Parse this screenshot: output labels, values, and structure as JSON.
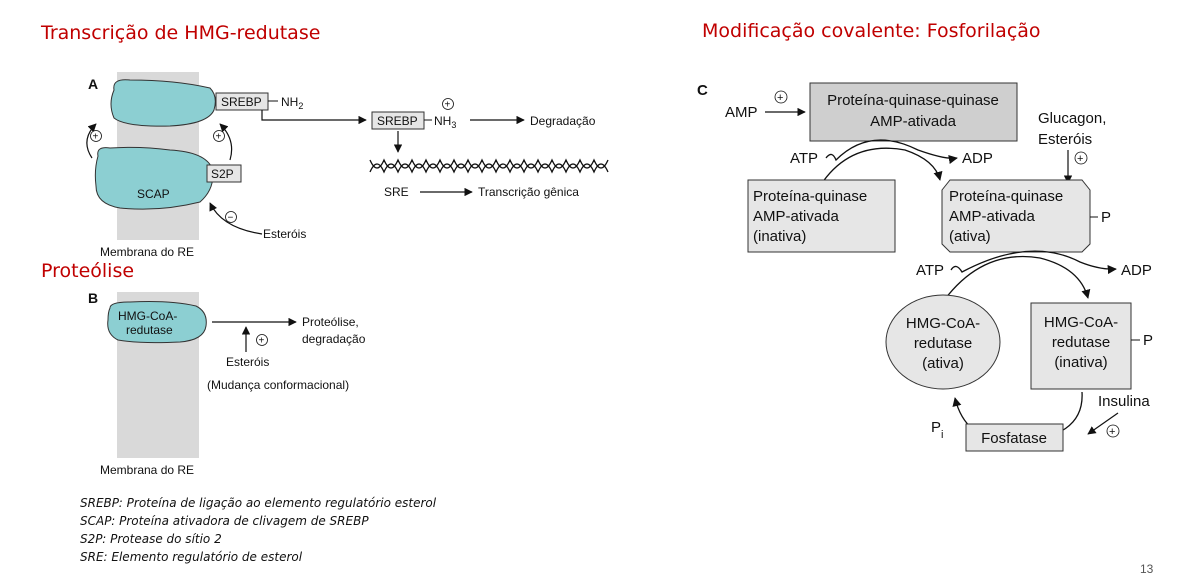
{
  "titles": {
    "transcription": "Transcrição de HMG-redutase",
    "proteolysis": "Proteólise",
    "covalent": "Modificação covalente: Fosforilação"
  },
  "panel_a": {
    "letter": "A",
    "srebp": "SREBP",
    "nh2": "NH",
    "nh2_sub": "2",
    "scap": "SCAP",
    "s2p": "S2P",
    "sterols": "Esteróis",
    "membrane": "Membrana do RE",
    "srebp_released": "SREBP",
    "nh3": "NH",
    "nh3_sub": "3",
    "degradation": "Degradação",
    "sre": "SRE",
    "transcription": "Transcrição gênica",
    "plus": "+",
    "minus": "−"
  },
  "panel_b": {
    "letter": "B",
    "enzyme_line1": "HMG-CoA-",
    "enzyme_line2": "redutase",
    "result_line1": "Proteólise,",
    "result_line2": "degradação",
    "sterols": "Esteróis",
    "note": "(Mudança conformacional)",
    "membrane": "Membrana do RE",
    "plus": "+"
  },
  "panel_c": {
    "letter": "C",
    "amp": "AMP",
    "kinase_kinase_line1": "Proteína-quinase-quinase",
    "kinase_kinase_line2": "AMP-ativada",
    "atp1": "ATP",
    "adp1": "ADP",
    "glucagon": "Glucagon,",
    "esterois": "Esteróis",
    "inactive_kinase_line1": "Proteína-quinase",
    "inactive_kinase_line2": "AMP-ativada",
    "inactive_kinase_line3": "(inativa)",
    "active_kinase_line1": "Proteína-quinase",
    "active_kinase_line2": "AMP-ativada",
    "active_kinase_line3": "(ativa)",
    "p1": "P",
    "atp2": "ATP",
    "adp2": "ADP",
    "hmg_active_line1": "HMG-CoA-",
    "hmg_active_line2": "redutase",
    "hmg_active_line3": "(ativa)",
    "hmg_inactive_line1": "HMG-CoA-",
    "hmg_inactive_line2": "redutase",
    "hmg_inactive_line3": "(inativa)",
    "p2": "P",
    "insulina": "Insulina",
    "pi": "P",
    "pi_sub": "i",
    "fosfatase": "Fosfatase",
    "plus": "+"
  },
  "legend": [
    "SREBP: Proteína de ligação ao elemento regulatório esterol",
    "SCAP: Proteína ativadora de clivagem de SREBP",
    "S2P: Protease do sítio 2",
    "SRE: Elemento regulatório de esterol"
  ],
  "page_number": "13",
  "colors": {
    "title_red": "#c00000",
    "membrane_gray": "#d9d9d9",
    "protein_teal": "#8ccfd2",
    "box_gray": "#e6e6e6",
    "box_dark_gray": "#cfcfcf"
  }
}
